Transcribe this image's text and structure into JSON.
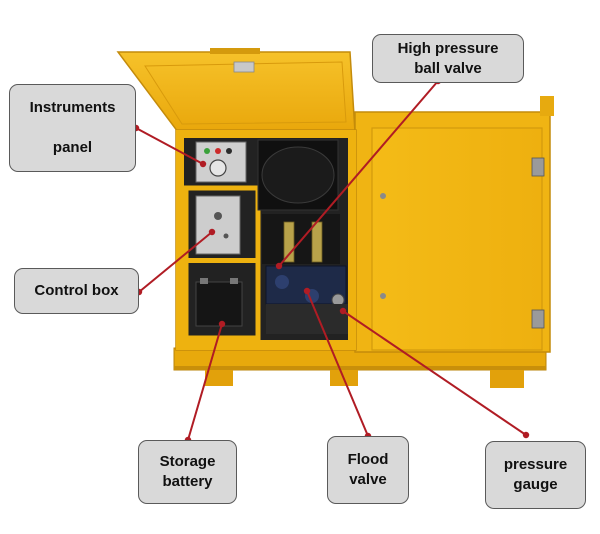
{
  "labels": {
    "instruments_panel": {
      "line1": "Instruments",
      "line2": "panel"
    },
    "high_pressure_ball_valve": {
      "line1": "High pressure",
      "line2": "ball valve"
    },
    "control_box": {
      "line1": "Control box"
    },
    "storage_battery": {
      "line1": "Storage",
      "line2": "battery"
    },
    "flood_valve": {
      "line1": "Flood",
      "line2": "valve"
    },
    "pressure_gauge": {
      "line1": "pressure",
      "line2": "gauge"
    }
  },
  "colors": {
    "machine_yellow": "#f2b411",
    "leader_line": "#b01c24",
    "callout_fill": "#d9d9d9"
  }
}
